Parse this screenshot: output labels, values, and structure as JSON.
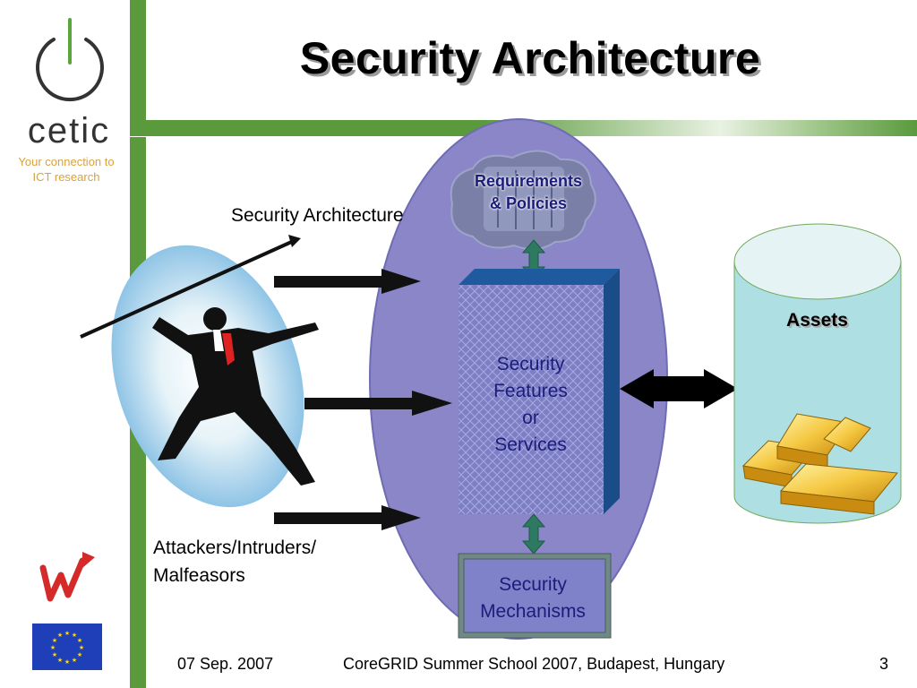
{
  "slide": {
    "title": "Security Architecture"
  },
  "logo": {
    "name": "cetic",
    "tagline_line1": "Your connection to",
    "tagline_line2": "ICT research"
  },
  "diagram": {
    "architecture_label": "Security Architecture",
    "attackers_line1": "Attackers/Intruders/",
    "attackers_line2": "Malfeasors",
    "requirements_line1": "Requirements",
    "requirements_line2": "& Policies",
    "features_line1": "Security",
    "features_line2": "Features",
    "features_line3": "or",
    "features_line4": "Services",
    "mechanisms_line1": "Security",
    "mechanisms_line2": "Mechanisms",
    "assets": "Assets"
  },
  "footer": {
    "date": "07 Sep. 2007",
    "event": "CoreGRID Summer School 2007, Budapest, Hungary",
    "page": "3"
  },
  "colors": {
    "accent_green": "#5a9a3c",
    "oval": "#8a86c8",
    "box": "#1f5a9e",
    "cylinder": "#aee0e3",
    "arrow_teal": "#2d7a60"
  }
}
